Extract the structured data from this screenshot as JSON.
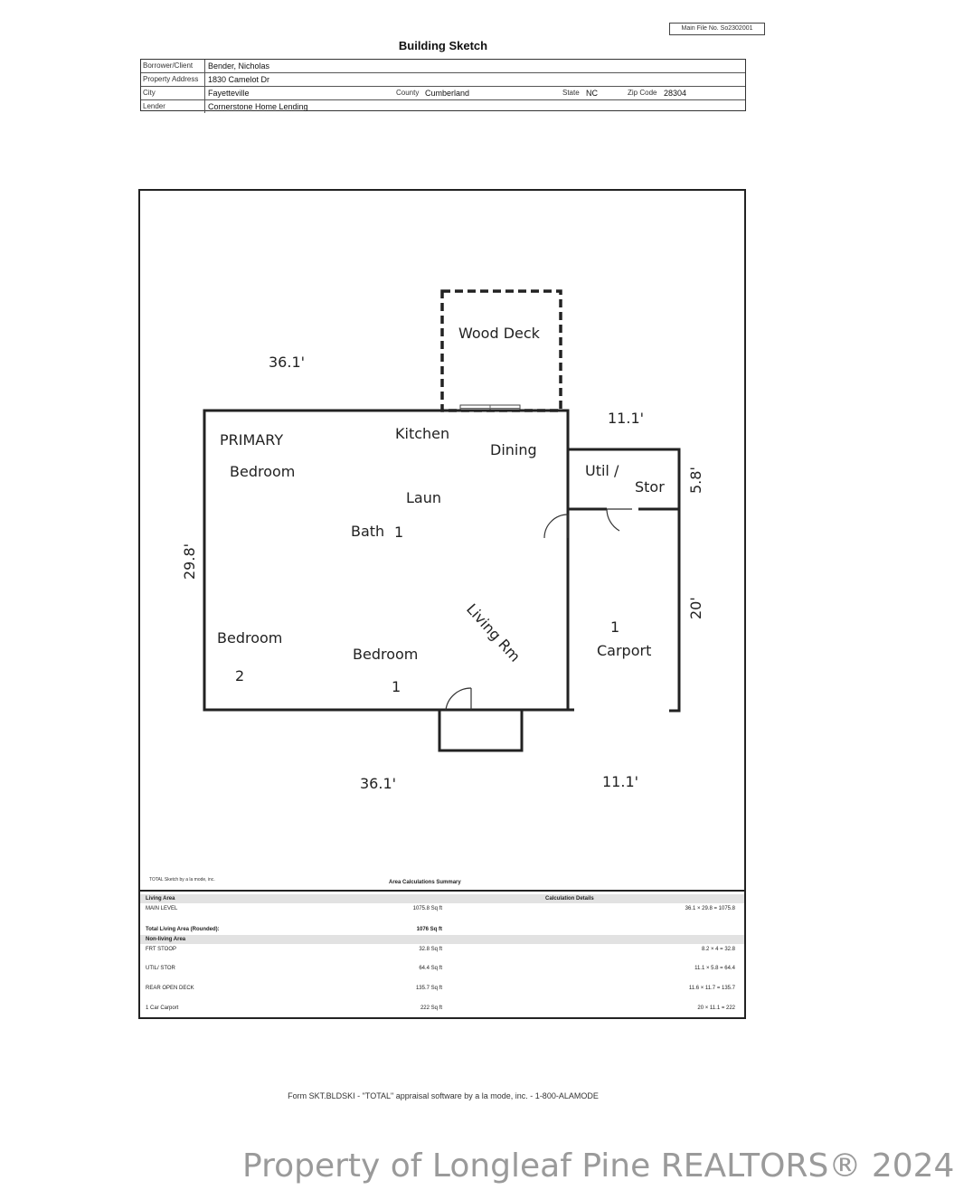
{
  "header": {
    "main_file": "Main File No. So2302001",
    "title": "Building Sketch"
  },
  "info": {
    "borrower_label": "Borrower/Client",
    "borrower": "Bender, Nicholas",
    "address_label": "Property Address",
    "address": "1830 Camelot Dr",
    "city_label": "City",
    "city": "Fayetteville",
    "county_label": "County",
    "county": "Cumberland",
    "state_label": "State",
    "state": "NC",
    "zip_label": "Zip Code",
    "zip": "28304",
    "lender_label": "Lender",
    "lender": "Cornerstone Home Lending"
  },
  "plan": {
    "rooms": {
      "wood_deck": "Wood Deck",
      "primary": "PRIMARY",
      "primary_bedroom": "Bedroom",
      "kitchen": "Kitchen",
      "dining": "Dining",
      "util": "Util /",
      "stor": "Stor",
      "laun": "Laun",
      "bath": "Bath",
      "bath_num": "1",
      "living": "Living Rm",
      "bedroom2": "Bedroom",
      "bedroom2_num": "2",
      "bedroom1": "Bedroom",
      "bedroom1_num": "1",
      "carport_num": "1",
      "carport": "Carport"
    },
    "dimensions": {
      "top_main": "36.1'",
      "top_side": "11.1'",
      "left": "29.8'",
      "right_upper": "5.8'",
      "right_lower": "20'",
      "bottom_main": "36.1'",
      "bottom_side": "11.1'"
    }
  },
  "summary": {
    "software_note": "TOTAL Sketch by a la mode, inc.",
    "title": "Area Calculations Summary",
    "living_area_label": "Living Area",
    "calc_details_label": "Calculation Details",
    "main_level": "MAIN LEVEL",
    "main_level_area": "1075.8 Sq ft",
    "main_level_calc": "36.1 × 29.8 = 1075.8",
    "total_label": "Total Living Area (Rounded):",
    "total_area": "1076 Sq ft",
    "non_living_label": "Non-living Area",
    "rows": [
      {
        "name": "FRT STOOP",
        "area": "32.8 Sq ft",
        "calc": "8.2 × 4 = 32.8"
      },
      {
        "name": "UTIL/ STOR",
        "area": "64.4 Sq ft",
        "calc": "11.1 × 5.8 = 64.4"
      },
      {
        "name": "REAR OPEN DECK",
        "area": "135.7 Sq ft",
        "calc": "11.6 × 11.7 = 135.7"
      },
      {
        "name": "1 Car Carport",
        "area": "222 Sq ft",
        "calc": "20 × 11.1 = 222"
      }
    ]
  },
  "footer": {
    "form": "Form SKT.BLDSKI - \"TOTAL\" appraisal software by a la mode, inc. - 1-800-ALAMODE",
    "watermark": "Property of Longleaf Pine REALTORS® 2024"
  }
}
